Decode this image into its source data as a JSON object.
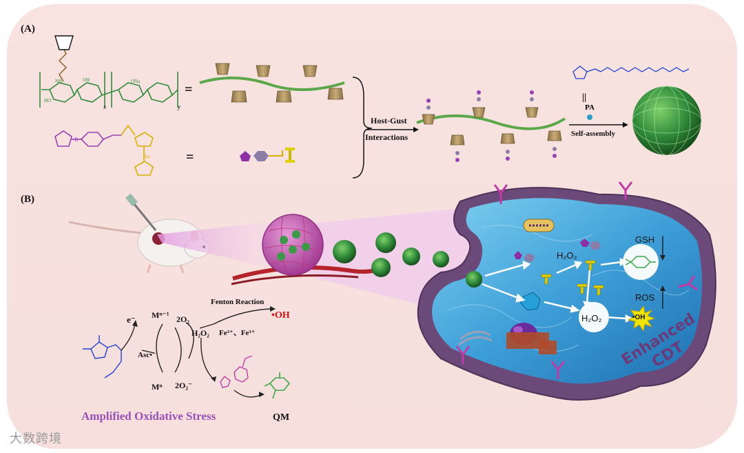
{
  "panel_a": {
    "label": "(A)",
    "host_guest_line1": "Host-Gust",
    "host_guest_line2": "Interactions",
    "pa_label": "PA",
    "self_assembly": "Self-assembly",
    "equals1": "=",
    "equals2": "=",
    "sub_x": "x",
    "sub_y": "y",
    "chem_text": [
      "OH",
      "HO",
      "NH",
      "ONa",
      "O",
      "B",
      "Fe"
    ]
  },
  "panel_b": {
    "label": "(B)",
    "h2o2_top": "H₂O₂",
    "gsh": "GSH",
    "ros": "ROS",
    "h2o2_center": "H₂O₂",
    "oh_cell": "•OH",
    "enhanced_line1": "Enhanced",
    "enhanced_line2": "CDT"
  },
  "mechanism": {
    "fenton": "Fenton Reaction",
    "oh": "•OH",
    "electron": "e⁻",
    "mn1": "Mⁿ⁻¹",
    "o2_top": "2O₂",
    "h2o2": "H₂O₂",
    "fe_ions": "Fe³⁺、Fe³⁺",
    "asc": "Asc•⁻",
    "mn": "Mⁿ",
    "o2_bottom": "2O₂⁻",
    "qm": "QM",
    "caption": "Amplified Oxidative Stress"
  },
  "watermark": "大数跨境",
  "colors": {
    "background": "#f7e1de",
    "polymer_green": "#2f8a3a",
    "boronate_purple": "#9b3fb5",
    "ferrocene_yellow": "#e0d000",
    "cell_blue": "#3e9fd8",
    "membrane_purple": "#6b4a7a",
    "hydroxyl_red": "#e01010"
  }
}
